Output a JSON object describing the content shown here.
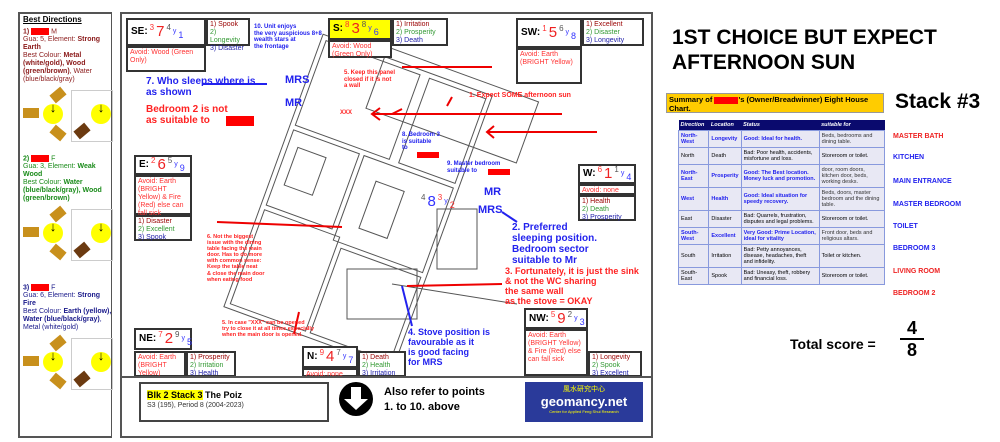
{
  "left": {
    "title": "Best Directions",
    "people": [
      {
        "num": "1)",
        "gender": "M",
        "gua": "Gua: 5, Element: ",
        "element": "Strong Earth",
        "colour_label": "Best Colour: ",
        "colour": "Metal (white/gold), Wood (green/brown)",
        "colour_rest": ", Water (blue/black/gray)",
        "color": "#8b1a1a"
      },
      {
        "num": "2)",
        "gender": "F",
        "gua": "Gua: 3, Element: ",
        "element": "Weak Wood",
        "colour_label": "Best Colour: ",
        "colour": "Water (blue/black/gray), Wood (green/brown)",
        "colour_rest": "",
        "color": "#1a8b1a"
      },
      {
        "num": "3)",
        "gender": "F",
        "gua": "Gua: 6, Element: ",
        "element": "Strong Fire",
        "colour_label": "Best Colour: ",
        "colour": "Earth (yellow), Water (blue/black/gray)",
        "colour_rest": ", Metal (white/gold)",
        "color": "#1a1a8b"
      }
    ]
  },
  "palaces": {
    "se": {
      "label": "SE:",
      "a": "3",
      "b": "7",
      "c": "4",
      "y": "y",
      "d": "1",
      "avoid": "Avoid: Wood (Green Only)",
      "list": [
        "1) Spook",
        "2) Longevity",
        "3) Disaster"
      ]
    },
    "s": {
      "label": "S:",
      "a": "8",
      "b": "3",
      "c": "8",
      "y": "y",
      "d": "6",
      "avoid": "Avoid: Wood (Green Only)",
      "list": [
        "1) Irritation",
        "2) Prosperity",
        "3) Death"
      ]
    },
    "sw": {
      "label": "SW:",
      "a": "1",
      "b": "5",
      "c": "6",
      "y": "y",
      "d": "8",
      "avoid": "Avoid: Earth (BRIGHT Yellow)",
      "list": [
        "1) Excellent",
        "2) Disaster",
        "3) Longevity"
      ]
    },
    "e": {
      "label": "E:",
      "a": "2",
      "b": "6",
      "c": "5",
      "y": "y",
      "d": "9",
      "avoid": "Avoid: Earth (BRIGHT Yellow) & Fire (Red) else can fall sick",
      "list": [
        "1) Disaster",
        "2) Excellent",
        "3) Spook"
      ]
    },
    "w": {
      "label": "W:",
      "a": "6",
      "b": "1",
      "c": "1",
      "y": "y",
      "d": "4",
      "avoid": "Avoid: none",
      "list": [
        "1) Health",
        "2) Death",
        "3) Prosperity"
      ]
    },
    "ne": {
      "label": "NE:",
      "a": "7",
      "b": "2",
      "c": "9",
      "y": "y",
      "d": "5",
      "avoid": "Avoid: Earth (BRIGHT Yellow)",
      "list": [
        "1) Prosperity",
        "2) Irritation",
        "3) Health"
      ]
    },
    "n": {
      "label": "N:",
      "a": "9",
      "b": "4",
      "c": "7",
      "y": "y",
      "d": "7",
      "avoid": "Avoid: none",
      "list": [
        "1) Death",
        "2) Health",
        "3) Irritation"
      ]
    },
    "nw": {
      "label": "NW:",
      "a": "5",
      "b": "9",
      "c": "2",
      "y": "y",
      "d": "3",
      "avoid": "Avoid: Earth (BRIGHT Yellow) & Fire (Red) else can fall sick",
      "list": [
        "1) Longevity",
        "2) Spook",
        "3) Excellent"
      ]
    },
    "center": {
      "a": "4",
      "b": "8",
      "c": "3",
      "y": "y",
      "d": "2"
    }
  },
  "annotations": {
    "a1": "1. Expect SOME afternoon sun",
    "a2": "2. Preferred\nsleeping position.\nBedroom sector\nsuitable to Mr",
    "a3": "3. Fortunately, it is just the sink\n& not the WC sharing\nthe same wall\nas the stove = OKAY",
    "a4": "4.  Stove position is\nfavourable as it\nis good facing\nfor MRS",
    "a5a": "5. Keep this panel\nclosed if it is not\na wall",
    "a5b": "5. In case \"XXX\" can be opened\ntry to close it at all times especially\nwhen the main door is opened.",
    "xxx": "XXX",
    "a6": "6. Not the biggest\nissue with the dining\ntable facing the main\ndoor. Has to do more\nwith common sense:\nKeep the table neat\n& close the main door\nwhen eating food",
    "a7": "7.  Who sleeps where is\nas shown",
    "a7b": "Bedroom 2 is not\nas suitable to",
    "a8": "8. Bedroom 3\nis suitable\nto",
    "a9": "9. Master bedroom\nsuitable to",
    "a10": "10. Unit enjoys\nthe very auspicious  8+8\nwealth stars at\nthe frontage",
    "mrs1": "MRS",
    "mr1": "MR",
    "mr2": "MR",
    "mrs2": "MRS"
  },
  "footer": {
    "highlight": "Blk 2 Stack 3",
    "title": " The Poiz",
    "sub": "S3 (195), Period 8 (2004-2023)",
    "refer": "Also refer to points\n1. to 10. above",
    "logo_cn": "風水研究中心",
    "logo": "geomancy.net",
    "logo_sub": "Center for Applied Feng Shui Research"
  },
  "right": {
    "heading": "1ST CHOICE BUT EXPECT\nAFTERNOON SUN",
    "summary_a": "Summary of ",
    "summary_b": "'s (Owner/Breadwinner) Eight House Chart.",
    "stack": "Stack #3",
    "headers": [
      "Direction",
      "Location",
      "Status",
      "suitable for"
    ],
    "rows": [
      {
        "good": true,
        "cells": [
          "North-West",
          "Longevity",
          "Good: Ideal for health.",
          "Beds, bedrooms and dining table."
        ],
        "room": "MASTER BATH",
        "room_color": "#ee2222"
      },
      {
        "good": false,
        "cells": [
          "North",
          "Death",
          "Bad: Poor health, accidents, misfortune and loss.",
          "Storeroom or toilet."
        ],
        "room": "KITCHEN",
        "room_color": "#2222ee"
      },
      {
        "good": true,
        "cells": [
          "North-East",
          "Prosperity",
          "Good: The Best location. Money luck and promotion.",
          "door, room doors, kitchen door, beds, working desks."
        ],
        "room": "MAIN ENTRANCE",
        "room_color": "#2222ee"
      },
      {
        "good": true,
        "cells": [
          "West",
          "Health",
          "Good: Ideal situation for speedy recovery.",
          "Beds, doors, master bedroom and the dining table."
        ],
        "room": "MASTER BEDROOM",
        "room_color": "#2222ee"
      },
      {
        "good": false,
        "cells": [
          "East",
          "Disaster",
          "Bad: Quarrels, frustration, disputes and legal problems.",
          "Storeroom or toilet."
        ],
        "room": "TOILET",
        "room_color": "#2222ee"
      },
      {
        "good": true,
        "cells": [
          "South-West",
          "Excellent",
          "Very Good: Prime Location, ideal for vitality",
          "Front door, beds and religious altars."
        ],
        "room": "BEDROOM 3",
        "room_color": "#2222ee"
      },
      {
        "good": false,
        "cells": [
          "South",
          "Irritation",
          "Bad: Petty annoyances, disease, headaches, theft and infidelity.",
          "Toilet or kitchen."
        ],
        "room": "LIVING ROOM",
        "room_color": "#ee2222"
      },
      {
        "good": false,
        "cells": [
          "South-East",
          "Spook",
          "Bad: Uneasy, theft, robbery and financial loss.",
          "Storeroom or toilet."
        ],
        "room": "BEDROOM 2",
        "room_color": "#ee2222"
      }
    ],
    "score_label": "Total score =",
    "score_num": "4",
    "score_den": "8"
  }
}
